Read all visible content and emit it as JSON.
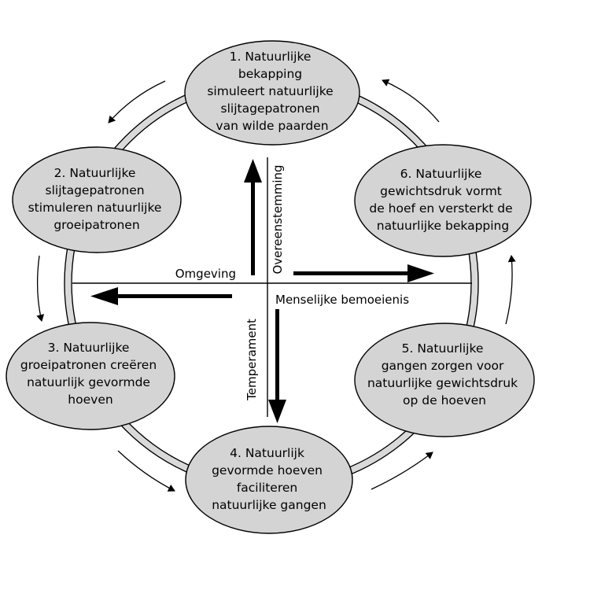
{
  "nodes": [
    {
      "id": 1,
      "lines": [
        "1. Natuurlijke",
        "bekapping",
        "simuleert natuurlijke",
        "slijtagepatronen",
        "van wilde paarden"
      ]
    },
    {
      "id": 2,
      "lines": [
        "2. Natuurlijke",
        "slijtagepatronen",
        "stimuleren natuurlijke",
        "groeipatronen"
      ]
    },
    {
      "id": 3,
      "lines": [
        "3. Natuurlijke",
        "groeipatronen creëren",
        "natuurlijk gevormde",
        "hoeven"
      ]
    },
    {
      "id": 4,
      "lines": [
        "4. Natuurlijk",
        "gevormde hoeven",
        "faciliteren",
        "natuurlijke gangen"
      ]
    },
    {
      "id": 5,
      "lines": [
        "5. Natuurlijke",
        "gangen zorgen voor",
        "natuurlijke gewichtsdruk",
        "op de hoeven"
      ]
    },
    {
      "id": 6,
      "lines": [
        "6. Natuurlijke",
        "gewichtsdruk vormt",
        "de hoef en versterkt de",
        "natuurlijke bekapping"
      ]
    }
  ],
  "axes": {
    "omgeving": "Omgeving",
    "overeenstemming": "Overeenstemming",
    "menselijke_bemoeienis": "Menselijke bemoeienis",
    "temperament": "Temperament"
  },
  "colors": {
    "node_fill": "#d4d4d4",
    "ring_fill": "#d9d9d9",
    "stroke": "#000000"
  }
}
